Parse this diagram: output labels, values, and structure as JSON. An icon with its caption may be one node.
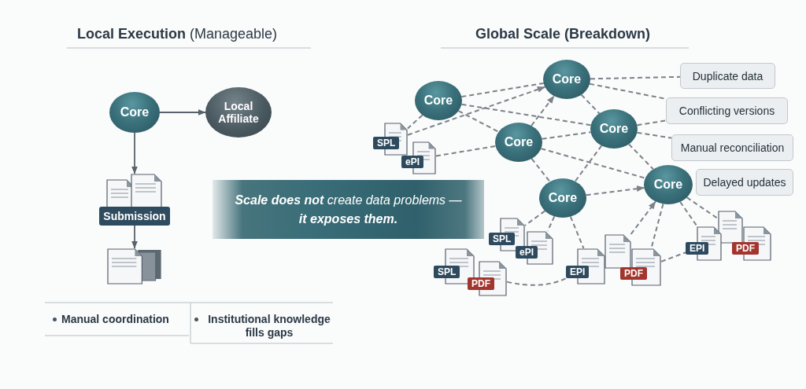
{
  "diagram": {
    "nodes": [
      {
        "text": [
          "Core"
        ]
      },
      {
        "text": [
          "Local Affiliate"
        ]
      },
      {
        "text": [
          "Submission"
        ]
      },
      {
        "text": [],
        "shape": "document"
      },
      {
        "text": [
          "Core"
        ]
      },
      {
        "text": [
          "Core"
        ]
      },
      {
        "text": [
          "Core"
        ]
      },
      {
        "text": [
          "Core"
        ]
      },
      {
        "text": [
          "Core"
        ]
      },
      {
        "text": [
          "Core"
        ]
      },
      {
        "text": [
          "Duplicate data"
        ]
      },
      {
        "text": [
          "Conflicting versions"
        ]
      },
      {
        "text": [
          "Manual reconciliation"
        ]
      },
      {
        "text": [
          "Delayed updates"
        ]
      },
      {
        "text": [
          "**Scale does not** create data problems — **it exposes them.**"
        ]
      },
      {
        "text": [
          "SPL"
        ]
      },
      {
        "text": [
          "ePI"
        ]
      },
      {
        "text": [
          "SPL"
        ]
      },
      {
        "text": [
          "ePI"
        ]
      },
      {
        "text": [
          "SPL"
        ]
      },
      {
        "text": [
          "PDF"
        ]
      },
      {
        "text": [
          "EPI"
        ]
      },
      {
        "text": [],
        "shape": "document"
      },
      {
        "text": [
          "PDF"
        ]
      },
      {
        "text": [
          "EPI"
        ]
      },
      {
        "text": [],
        "shape": "document"
      },
      {
        "text": [
          "PDF"
        ]
      }
    ],
    "edges": [
      {
        "from": 0,
        "to": 1,
        "arrow": "to"
      },
      {
        "from": 0,
        "to": 2,
        "arrow": "to"
      },
      {
        "from": 2,
        "to": 3,
        "arrow": "to"
      },
      {
        "from": 4,
        "to": 5,
        "arrow": "none",
        "style": "dashed"
      },
      {
        "from": 4,
        "to": 6,
        "arrow": "none",
        "style": "dashed"
      },
      {
        "from": 4,
        "to": 7,
        "arrow": "none",
        "style": "dashed"
      },
      {
        "from": 4,
        "to": 15,
        "arrow": "none",
        "style": "dashed"
      },
      {
        "from": 15,
        "to": 5,
        "arrow": "to",
        "style": "dashed"
      },
      {
        "from": 16,
        "to": 7,
        "arrow": "none",
        "style": "dashed"
      },
      {
        "from": 7,
        "to": 5,
        "arrow": "to",
        "style": "dashed"
      },
      {
        "from": 5,
        "to": 6,
        "arrow": "none",
        "style": "dashed"
      },
      {
        "from": 7,
        "to": 6,
        "arrow": "none",
        "style": "dashed"
      },
      {
        "from": 7,
        "to": 9,
        "arrow": "none",
        "style": "dashed"
      },
      {
        "from": 7,
        "to": 8,
        "arrow": "none",
        "style": "dashed"
      },
      {
        "from": 6,
        "to": 8,
        "arrow": "none",
        "style": "dashed"
      },
      {
        "from": 6,
        "to": 9,
        "arrow": "none",
        "style": "dashed"
      },
      {
        "from": 8,
        "to": 9,
        "arrow": "to",
        "style": "dashed"
      },
      {
        "from": 5,
        "to": 10,
        "arrow": "none",
        "style": "dashed"
      },
      {
        "from": 5,
        "to": 11,
        "arrow": "none",
        "style": "dashed"
      },
      {
        "from": 6,
        "to": 11,
        "arrow": "none",
        "style": "dashed"
      },
      {
        "from": 6,
        "to": 12,
        "arrow": "none",
        "style": "dashed"
      },
      {
        "from": 8,
        "to": 17,
        "arrow": "none",
        "style": "dashed"
      },
      {
        "from": 8,
        "to": 18,
        "arrow": "none",
        "style": "dashed"
      },
      {
        "from": 8,
        "to": 21,
        "arrow": "none",
        "style": "dashed"
      },
      {
        "from": 22,
        "to": 9,
        "arrow": "to",
        "style": "dashed"
      },
      {
        "from": 9,
        "to": 23,
        "arrow": "none",
        "style": "dashed"
      },
      {
        "from": 9,
        "to": 24,
        "arrow": "none",
        "style": "dashed"
      },
      {
        "from": 9,
        "to": 25,
        "arrow": "none",
        "style": "dashed"
      },
      {
        "from": 20,
        "to": 21,
        "arrow": "none",
        "style": "dashed"
      },
      {
        "from": 23,
        "to": 24,
        "arrow": "none",
        "style": "dashed"
      }
    ],
    "labels": [
      "**Local Execution** (Manageable)",
      "Global Scale (Breakdown)",
      "Manual coordination",
      "Institutional knowledge fills gaps"
    ]
  }
}
